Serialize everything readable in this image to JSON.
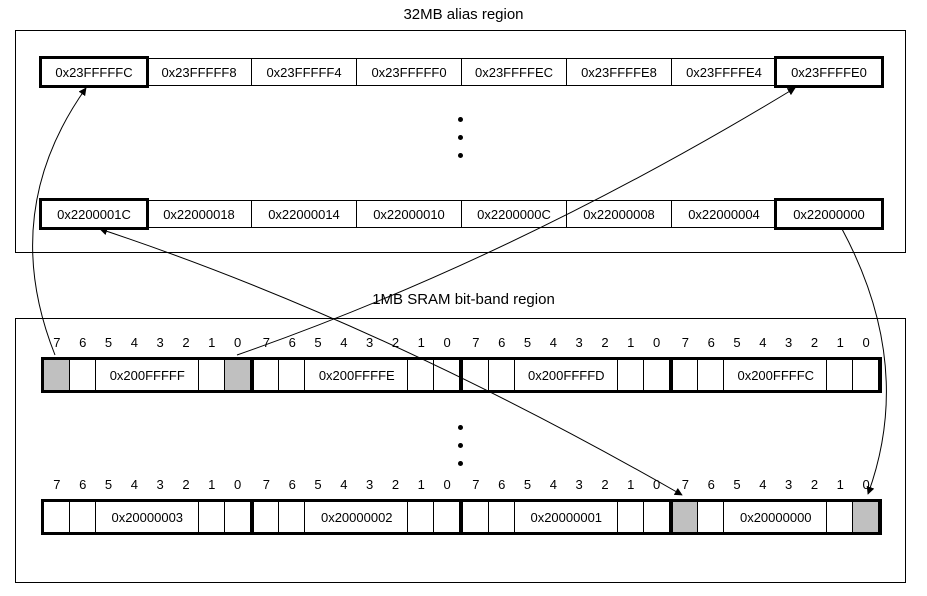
{
  "titles": {
    "alias": "32MB alias region",
    "sram": "1MB SRAM bit-band region"
  },
  "alias_region": {
    "rows": [
      {
        "cells": [
          {
            "label": "0x23FFFFFC",
            "bold": true
          },
          {
            "label": "0x23FFFFF8",
            "bold": false
          },
          {
            "label": "0x23FFFFF4",
            "bold": false
          },
          {
            "label": "0x23FFFFF0",
            "bold": false
          },
          {
            "label": "0x23FFFFEC",
            "bold": false
          },
          {
            "label": "0x23FFFFE8",
            "bold": false
          },
          {
            "label": "0x23FFFFE4",
            "bold": false
          },
          {
            "label": "0x23FFFFE0",
            "bold": true
          }
        ]
      },
      {
        "cells": [
          {
            "label": "0x2200001C",
            "bold": true
          },
          {
            "label": "0x22000018",
            "bold": false
          },
          {
            "label": "0x22000014",
            "bold": false
          },
          {
            "label": "0x22000010",
            "bold": false
          },
          {
            "label": "0x2200000C",
            "bold": false
          },
          {
            "label": "0x22000008",
            "bold": false
          },
          {
            "label": "0x22000004",
            "bold": false
          },
          {
            "label": "0x22000000",
            "bold": true
          }
        ]
      }
    ]
  },
  "sram_region": {
    "bit_numbers": [
      "7",
      "6",
      "5",
      "4",
      "3",
      "2",
      "1",
      "0"
    ],
    "rows": [
      {
        "bytes": [
          {
            "label": "0x200FFFFF",
            "shaded_bits": [
              7,
              0
            ]
          },
          {
            "label": "0x200FFFFE",
            "shaded_bits": []
          },
          {
            "label": "0x200FFFFD",
            "shaded_bits": []
          },
          {
            "label": "0x200FFFFC",
            "shaded_bits": []
          }
        ]
      },
      {
        "bytes": [
          {
            "label": "0x20000003",
            "shaded_bits": []
          },
          {
            "label": "0x20000002",
            "shaded_bits": []
          },
          {
            "label": "0x20000001",
            "shaded_bits": []
          },
          {
            "label": "0x20000000",
            "shaded_bits": [
              7,
              0
            ]
          }
        ]
      }
    ]
  },
  "connectors": [
    {
      "from": "SRAM 0x200FFFFF bit 7",
      "to": "alias word 0x23FFFFFC",
      "arrowheads": "end"
    },
    {
      "from": "SRAM 0x200FFFFF bit 0",
      "to": "alias word 0x23FFFFE0",
      "arrowheads": "end"
    },
    {
      "from": "alias word 0x2200001C",
      "to": "SRAM 0x20000000 bit 7",
      "arrowheads": "both"
    },
    {
      "from": "alias word 0x22000000",
      "to": "SRAM 0x20000000 bit 0",
      "arrowheads": "end"
    }
  ],
  "colors": {
    "shaded_cell": "#c0c0c0",
    "line": "#000000",
    "border": "#000000",
    "background": "#ffffff"
  }
}
